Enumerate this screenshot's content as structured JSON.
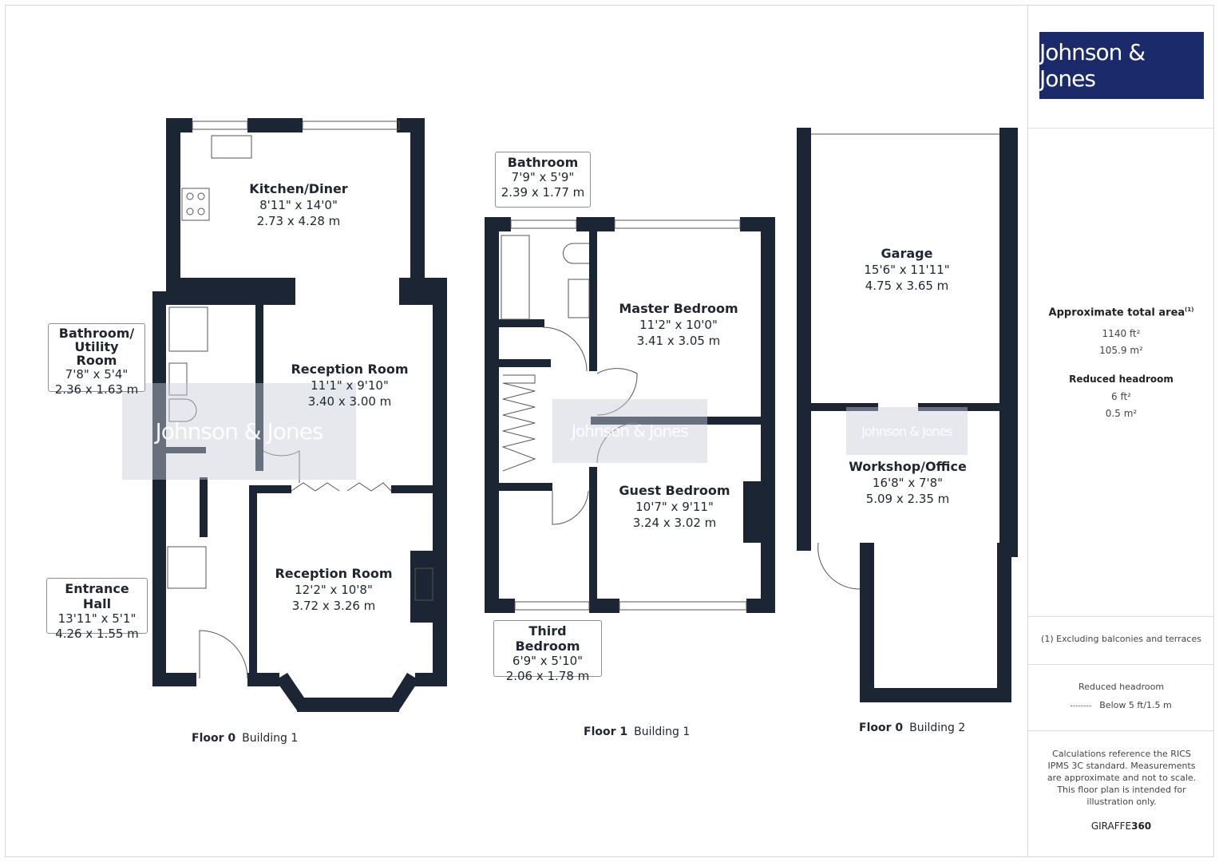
{
  "brand": {
    "logo_text": "Johnson & Jones",
    "watermark": "Johnson & Jones",
    "logo_bg": "#1b2a6b",
    "wall_color": "#1c2533"
  },
  "floors": [
    {
      "floor": "Floor 0",
      "building": "Building 1",
      "rooms": [
        {
          "name": "Kitchen/Diner",
          "imperial": "8'11\" x 14'0\"",
          "metric": "2.73 x 4.28 m"
        },
        {
          "name": "Reception Room",
          "imperial": "11'1\" x 9'10\"",
          "metric": "3.40 x 3.00 m"
        },
        {
          "name": "Reception Room",
          "imperial": "12'2\" x 10'8\"",
          "metric": "3.72 x 3.26 m"
        },
        {
          "name": "Bathroom/ Utility Room",
          "imperial": "7'8\" x 5'4\"",
          "metric": "2.36 x 1.63 m"
        },
        {
          "name": "Entrance Hall",
          "imperial": "13'11\" x 5'1\"",
          "metric": "4.26 x 1.55 m"
        }
      ]
    },
    {
      "floor": "Floor 1",
      "building": "Building 1",
      "rooms": [
        {
          "name": "Bathroom",
          "imperial": "7'9\" x 5'9\"",
          "metric": "2.39 x 1.77 m"
        },
        {
          "name": "Master Bedroom",
          "imperial": "11'2\" x 10'0\"",
          "metric": "3.41 x 3.05 m"
        },
        {
          "name": "Guest Bedroom",
          "imperial": "10'7\" x 9'11\"",
          "metric": "3.24 x 3.02 m"
        },
        {
          "name": "Third Bedroom",
          "imperial": "6'9\" x 5'10\"",
          "metric": "2.06 x 1.78 m"
        }
      ]
    },
    {
      "floor": "Floor 0",
      "building": "Building 2",
      "rooms": [
        {
          "name": "Garage",
          "imperial": "15'6\" x 11'11\"",
          "metric": "4.75 x 3.65 m"
        },
        {
          "name": "Workshop/Office",
          "imperial": "16'8\" x 7'8\"",
          "metric": "5.09 x 2.35 m"
        }
      ]
    }
  ],
  "summary": {
    "total_title": "Approximate total area",
    "total_note_mark": "(1)",
    "total_ft": "1140 ft²",
    "total_m": "105.9 m²",
    "reduced_title": "Reduced headroom",
    "reduced_ft": "6 ft²",
    "reduced_m": "0.5 m²",
    "footnote": "(1) Excluding balconies and terraces",
    "legend_title": "Reduced headroom",
    "legend_text": "Below 5 ft/1.5 m",
    "disclaimer": "Calculations reference the RICS IPMS 3C standard. Measurements are approximate and not to scale. This floor plan is intended for illustration only.",
    "credit_a": "GIRAFFE",
    "credit_b": "360"
  }
}
